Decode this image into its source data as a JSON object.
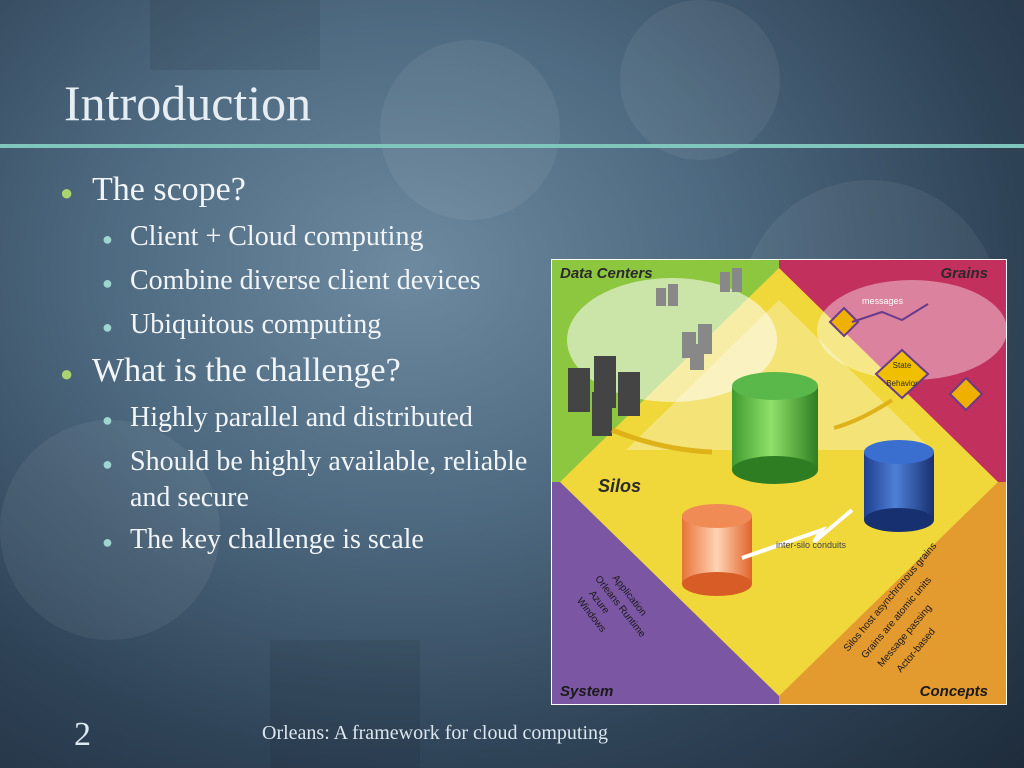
{
  "slide": {
    "title": "Introduction",
    "bullets": [
      {
        "text": "The scope?",
        "subs": [
          "Client + Cloud computing",
          "Combine diverse client devices",
          "Ubiquitous computing"
        ]
      },
      {
        "text": "What is the challenge?",
        "subs": [
          "Highly parallel and distributed",
          "Should be highly available, reliable and secure",
          "The key challenge is scale"
        ]
      }
    ],
    "slide_number": "2",
    "footer": "Orleans: A framework for cloud computing"
  },
  "diagram": {
    "quadrants": {
      "data_centers": "Data Centers",
      "grains": "Grains",
      "silos": "Silos",
      "system": "System",
      "concepts": "Concepts"
    },
    "messages_label": "messages",
    "state_label": "State",
    "behavior_label": "Behavior",
    "conduits_label": "inter-silo conduits",
    "system_layers": [
      "Application",
      "Orleans Runtime",
      "Azure",
      "Windows"
    ],
    "concepts_items": [
      "Silos host asynchronous grains",
      "Grains are atomic units",
      "Message passing",
      "Actor-based"
    ],
    "colors": {
      "green": "#8dc63f",
      "magenta": "#c2305e",
      "yellow": "#f0d83a",
      "purple": "#7b56a3",
      "orange": "#e39a2e",
      "accent_rule": "#7fc7bc"
    }
  }
}
